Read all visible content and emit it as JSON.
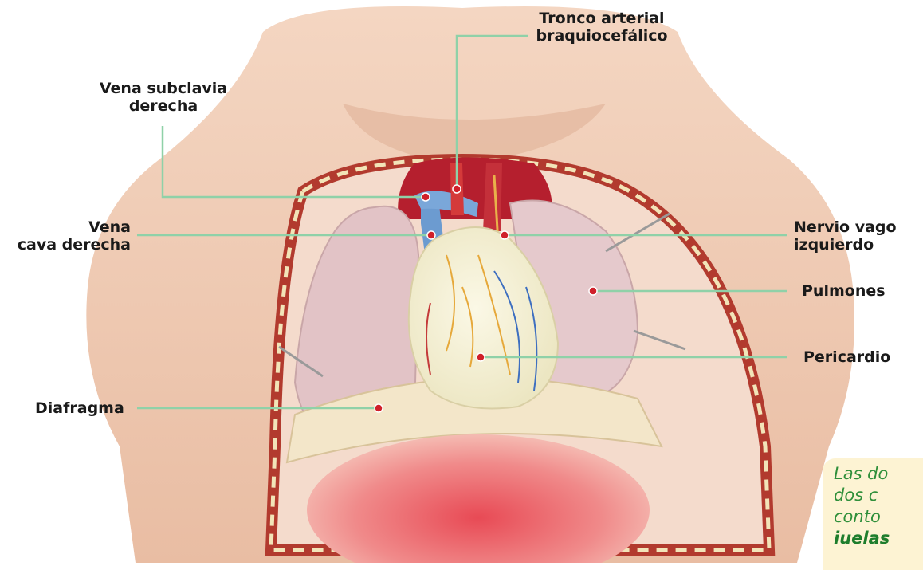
{
  "labels": {
    "tronco": [
      "Tronco arterial",
      "braquiocefálico"
    ],
    "vena_subclavia": [
      "Vena subclavia",
      "derecha"
    ],
    "vena_cava": [
      "Vena",
      "cava derecha"
    ],
    "nervio_vago": [
      "Nervio vago",
      "izquierdo"
    ],
    "pulmones": "Pulmones",
    "pericardio": "Pericardio",
    "diafragma": "Diafragma"
  },
  "note": {
    "line1": "Las do",
    "line2": "dos  c",
    "line3": "conto",
    "line4": "iuelas"
  },
  "colors": {
    "leader_line": "#8fd1a8",
    "marker": "#d0202a",
    "note_bg": "#fdf3d3",
    "note_text": "#2f8f3a"
  }
}
